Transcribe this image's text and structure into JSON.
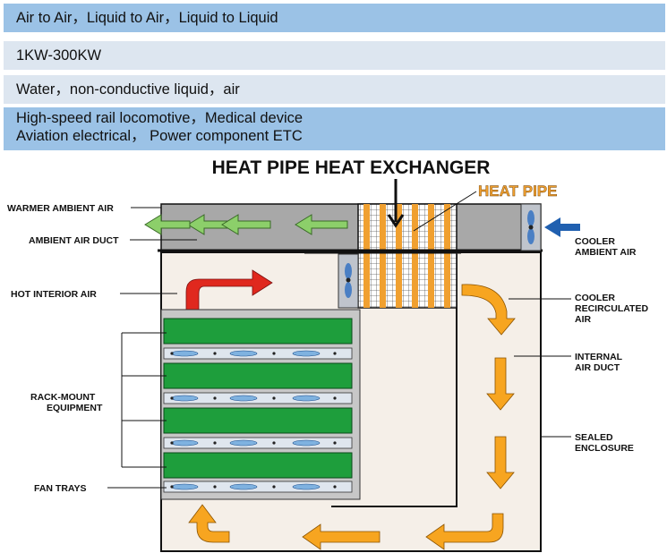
{
  "spec_rows": {
    "types": "Air to Air，Liquid to Air，Liquid to Liquid",
    "power": "1KW-300KW",
    "media": "Water，non-conductive liquid，air",
    "applications_line1": "High-speed rail locomotive，Medical device",
    "applications_line2": "Aviation electrical， Power component ETC"
  },
  "diagram": {
    "title": "HEAT PIPE HEAT EXCHANGER",
    "heat_pipe_label": "HEAT PIPE",
    "labels": {
      "warmer_ambient_air": "WARMER AMBIENT AIR",
      "ambient_air_duct": "AMBIENT AIR DUCT",
      "hot_interior_air": "HOT INTERIOR AIR",
      "rack_mount_1": "RACK-MOUNT",
      "rack_mount_2": "EQUIPMENT",
      "fan_trays": "FAN TRAYS",
      "cooler_ambient_1": "COOLER",
      "cooler_ambient_2": "AMBIENT AIR",
      "cooler_recirc_1": "COOLER",
      "cooler_recirc_2": "RECIRCULATED",
      "cooler_recirc_3": "AIR",
      "internal_duct_1": "INTERNAL",
      "internal_duct_2": "AIR DUCT",
      "sealed_1": "SEALED",
      "sealed_2": "ENCLOSURE"
    },
    "colors": {
      "duct_gray": "#a8a8a8",
      "enclosure_fill": "#f5efe8",
      "equipment_green": "#1e9e3c",
      "heat_pipe_orange": "#f0a030",
      "hot_air_red": "#e0281e",
      "cool_air_blue": "#2060b0",
      "ambient_arrow_green": "#8ccf6a",
      "recirc_arrow_orange": "#f7a520"
    }
  }
}
